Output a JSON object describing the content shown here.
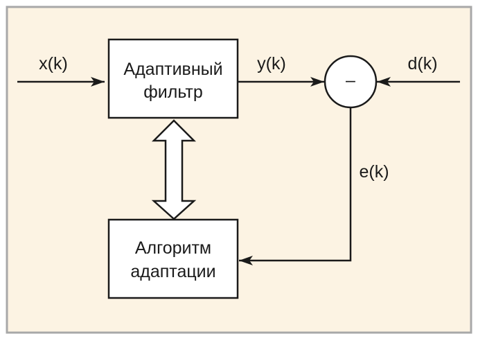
{
  "colors": {
    "background": "#fcf3e3",
    "border": "#a8a8a8",
    "stroke": "#1a1a1a",
    "box_fill": "#ffffff"
  },
  "blocks": {
    "adaptive_filter": {
      "line1": "Адаптивный",
      "line2": "фильтр"
    },
    "adaptation_algorithm": {
      "line1": "Алгоритм",
      "line2": "адаптации"
    }
  },
  "summing_junction": {
    "symbol": "–"
  },
  "signals": {
    "input": "x(k)",
    "output": "y(k)",
    "desired": "d(k)",
    "error": "e(k)"
  }
}
